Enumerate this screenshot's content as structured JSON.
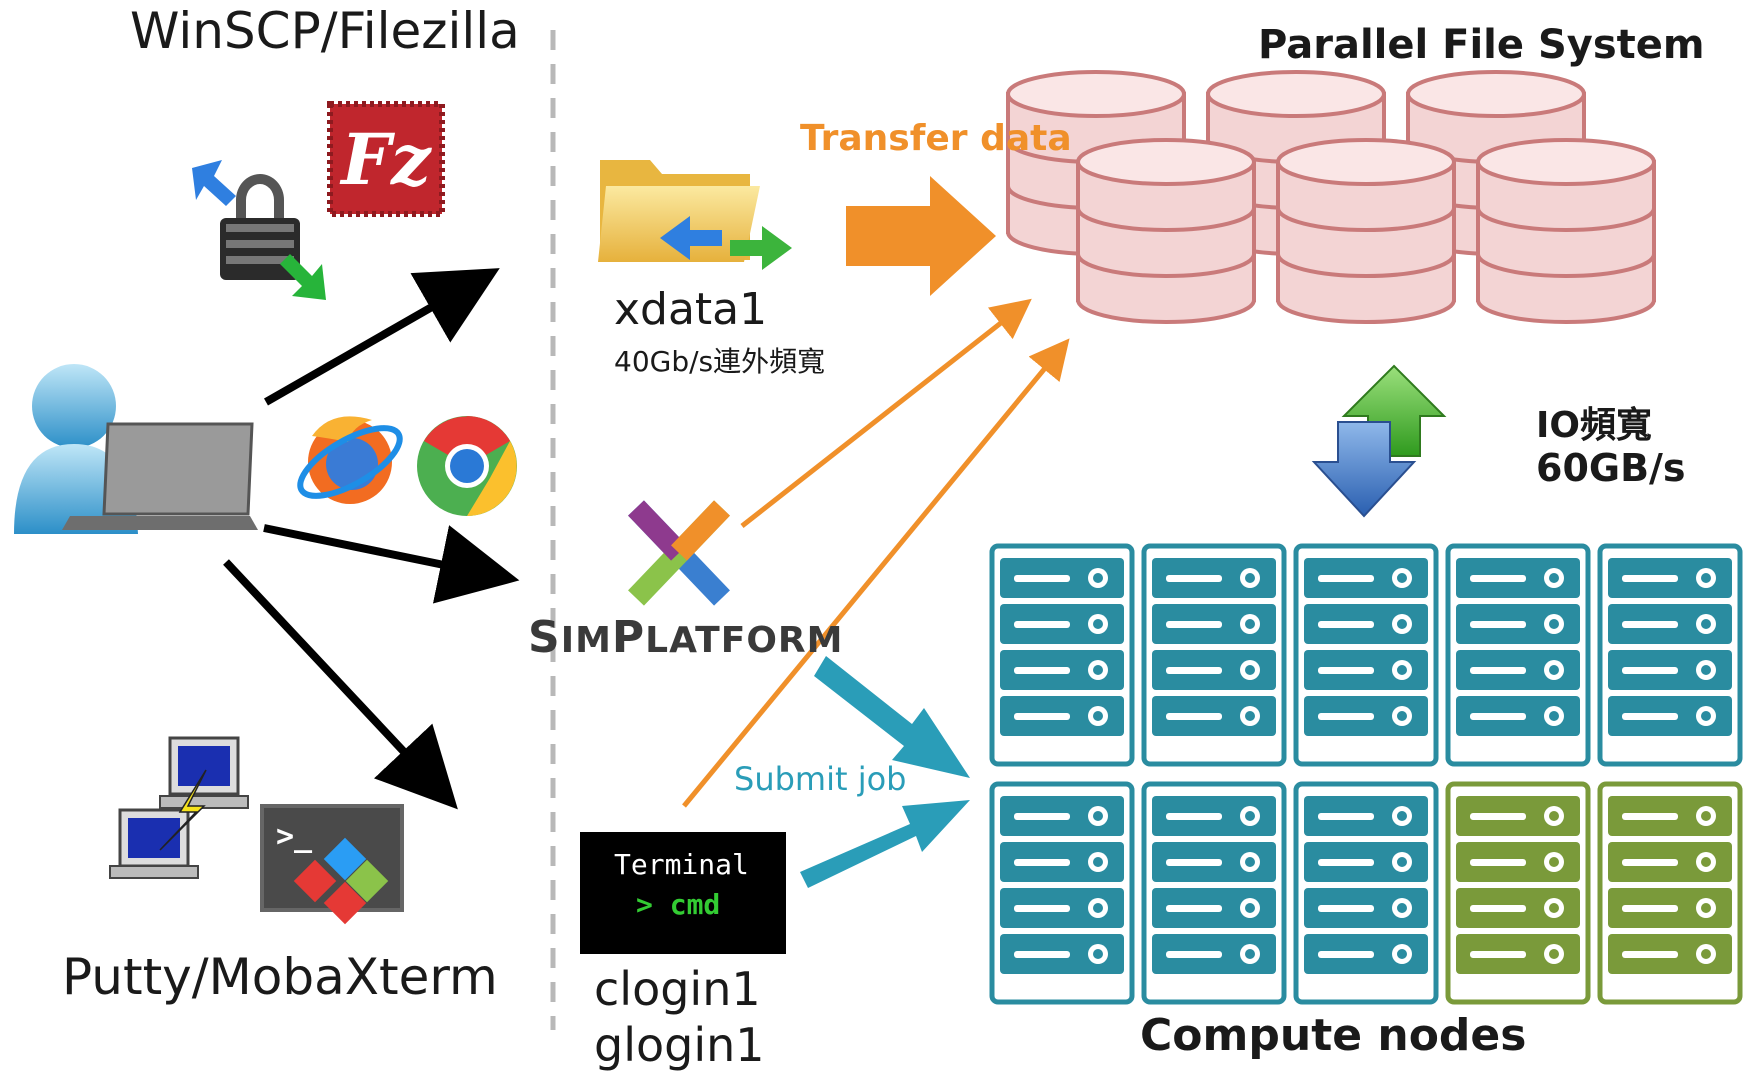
{
  "labels": {
    "winscp_filezilla": "WinSCP/Filezilla",
    "putty_mobaxterm": "Putty/MobaXterm",
    "xdata1": "xdata1",
    "xdata1_bandwidth": "40Gb/s連外頻寬",
    "transfer_data": "Transfer data",
    "parallel_fs": "Parallel File System",
    "io_label": "IO頻寬",
    "io_speed": "60GB/s",
    "simplatform_s": "S",
    "simplatform_im": "IM",
    "simplatform_p": "P",
    "simplatform_rest": "LATFORM",
    "submit_job": "Submit job",
    "terminal_title": "Terminal",
    "terminal_cmd": "> cmd",
    "clogin1": "clogin1",
    "glogin1": "glogin1",
    "compute_nodes": "Compute nodes"
  },
  "icons": {
    "filezilla_letters": "Fz"
  },
  "colors": {
    "orange": "#f0902a",
    "teal": "#2a9db8",
    "server_teal": "#2a8ca0",
    "server_green": "#7a9a3a",
    "db_red": "#c97a7a",
    "db_fill": "#f3d4d4"
  }
}
